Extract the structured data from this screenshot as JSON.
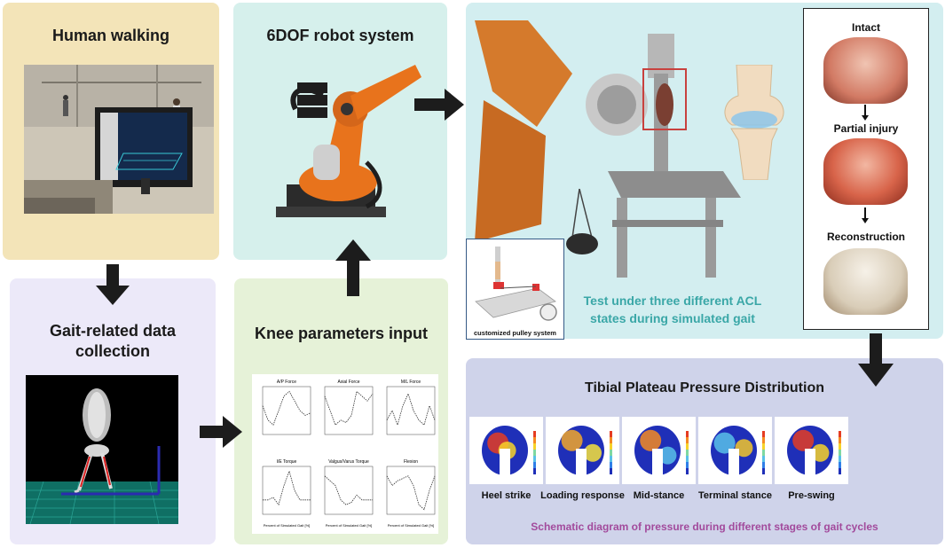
{
  "panels": {
    "walking": {
      "title": "Human walking"
    },
    "robot": {
      "title": "6DOF robot system"
    },
    "gait": {
      "title": "Gait-related data collection"
    },
    "knee": {
      "title": "Knee  parameters input"
    },
    "test": {
      "caption": "Test under three different ACL states during simulated gait",
      "pulley_label": "customized pulley system"
    },
    "acl_states": {
      "items": [
        "Intact",
        "Partial injury",
        "Reconstruction"
      ]
    },
    "pressure": {
      "title": "Tibial Plateau Pressure Distribution",
      "stages": [
        "Heel strike",
        "Loading response",
        "Mid-stance",
        "Terminal stance",
        "Pre-swing"
      ],
      "footer": "Schematic diagram of pressure during different stages of gait cycles"
    }
  },
  "knee_charts": {
    "titles": [
      "A/P Force",
      "Axial Force",
      "M/L Force",
      "I/E Torque",
      "Valgus/Varus Torque",
      "Flexion"
    ],
    "xlabel": "Percent of Simulated Gait [%]"
  },
  "colors": {
    "walking_bg": "#f3e4b8",
    "robot_bg": "#d6f0ec",
    "gait_bg": "#ece9f9",
    "knee_bg": "#e6f2d8",
    "test_bg": "#d3eef0",
    "pressure_bg": "#cfd3ea",
    "test_caption": "#3aa7a7",
    "footer_text": "#a24a9c",
    "robot_orange": "#e8731c",
    "arrow": "#1c1c1c"
  }
}
